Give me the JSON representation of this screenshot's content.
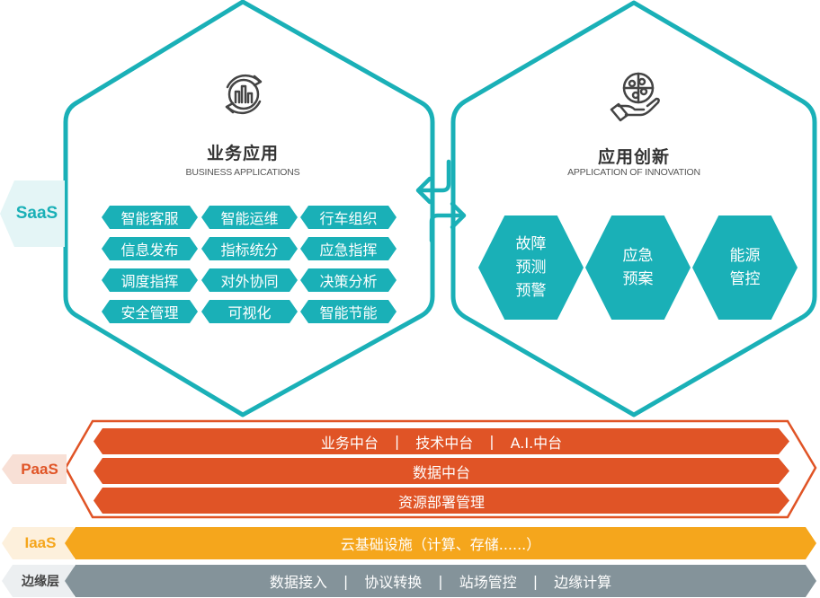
{
  "colors": {
    "teal": "#1ab0b7",
    "teal_light": "#e4f5f6",
    "orange": "#e05426",
    "orange_light": "#f8e0d6",
    "amber": "#f5a61c",
    "amber_light": "#fdf0dc",
    "gray": "#84939a",
    "gray_light": "#eceff1",
    "title_text": "#333333"
  },
  "layers": {
    "saas": {
      "label": "SaaS"
    },
    "paas": {
      "label": "PaaS",
      "rows": [
        {
          "items": [
            "业务中台",
            "技术中台",
            "A.I.中台"
          ]
        },
        {
          "items": [
            "数据中台"
          ]
        },
        {
          "items": [
            "资源部署管理"
          ]
        }
      ],
      "row1": {
        "a": "业务中台",
        "b": "技术中台",
        "c": "A.I.中台",
        "sep": "|"
      },
      "row2": "数据中台",
      "row3": "资源部署管理"
    },
    "iaas": {
      "label": "IaaS",
      "text": "云基础设施（计算、存储......）"
    },
    "edge": {
      "label": "边缘层",
      "items": [
        "数据接入",
        "协议转换",
        "站场管控",
        "边缘计算"
      ],
      "sep": "|"
    }
  },
  "business": {
    "icon": "chart-refresh-icon",
    "title": "业务应用",
    "subtitle": "BUSINESS APPLICATIONS",
    "tags": [
      "智能客服",
      "智能运维",
      "行车组织",
      "信息发布",
      "指标统分",
      "应急指挥",
      "调度指挥",
      "对外协同",
      "决策分析",
      "安全管理",
      "可视化",
      "智能节能"
    ]
  },
  "innovation": {
    "icon": "hand-puzzle-icon",
    "title": "应用创新",
    "subtitle": "APPLICATION OF INNOVATION",
    "items": [
      {
        "lines": [
          "故障",
          "预测",
          "预警"
        ]
      },
      {
        "lines": [
          "应急",
          "预案"
        ]
      },
      {
        "lines": [
          "能源",
          "管控"
        ]
      }
    ]
  },
  "connector": {
    "icon": "bidirectional-arrows-icon"
  }
}
